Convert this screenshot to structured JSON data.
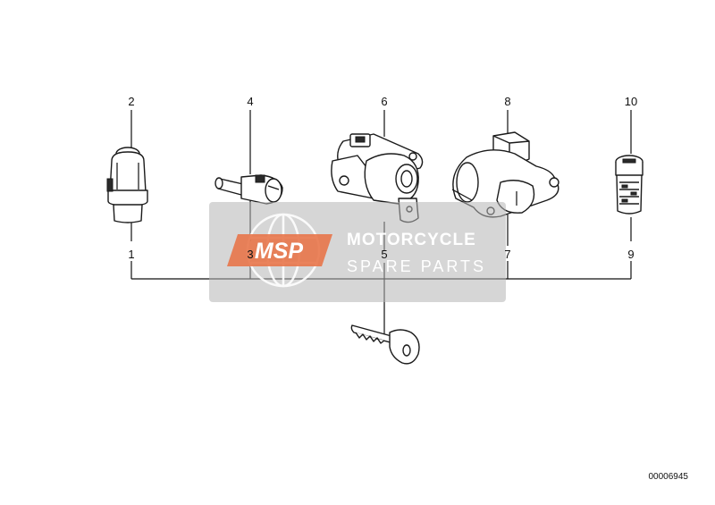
{
  "callouts": {
    "c1": "1",
    "c2": "2",
    "c3": "3",
    "c4": "4",
    "c5": "5",
    "c6": "6",
    "c7": "7",
    "c8": "8",
    "c9": "9",
    "c10": "10"
  },
  "watermark": {
    "logo": "MSP",
    "title": "MOTORCYCLE",
    "subtitle": "SPARE PARTS",
    "box_color": "#b4b4b4",
    "logo_color": "#e8764a"
  },
  "reference_number": "00006945"
}
